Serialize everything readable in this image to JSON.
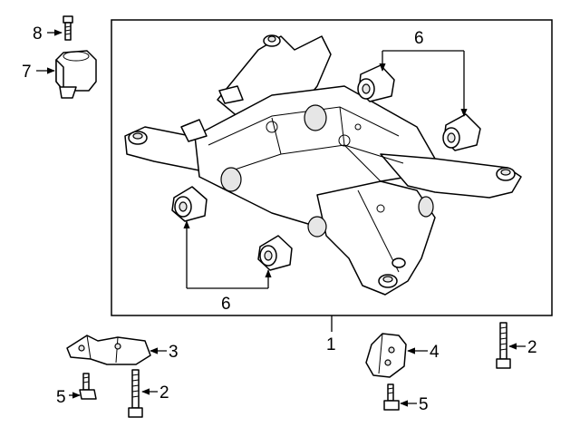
{
  "callouts": {
    "c1": "1",
    "c2a": "2",
    "c2b": "2",
    "c3": "3",
    "c4": "4",
    "c5a": "5",
    "c5b": "5",
    "c6top": "6",
    "c6bottom": "6",
    "c7": "7",
    "c8": "8"
  }
}
